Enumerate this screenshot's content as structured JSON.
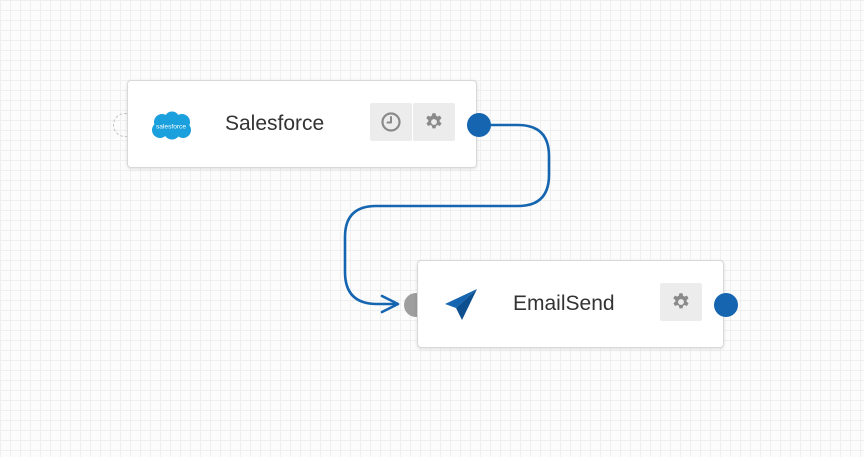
{
  "colors": {
    "accent": "#1565b0",
    "salesforce_cloud": "#1aa0dc",
    "input_port_connected": "#9e9e9e",
    "tool_button_bg": "#ececec",
    "tool_icon": "#8a8a8a"
  },
  "nodes": {
    "salesforce": {
      "label": "Salesforce",
      "logo_text": "salesforce",
      "icon": "salesforce-cloud-icon",
      "buttons": [
        "clock-icon",
        "gear-icon"
      ]
    },
    "emailsend": {
      "label": "EmailSend",
      "icon": "paper-plane-icon",
      "buttons": [
        "gear-icon"
      ]
    }
  },
  "connection": {
    "from": "Salesforce",
    "to": "EmailSend"
  }
}
